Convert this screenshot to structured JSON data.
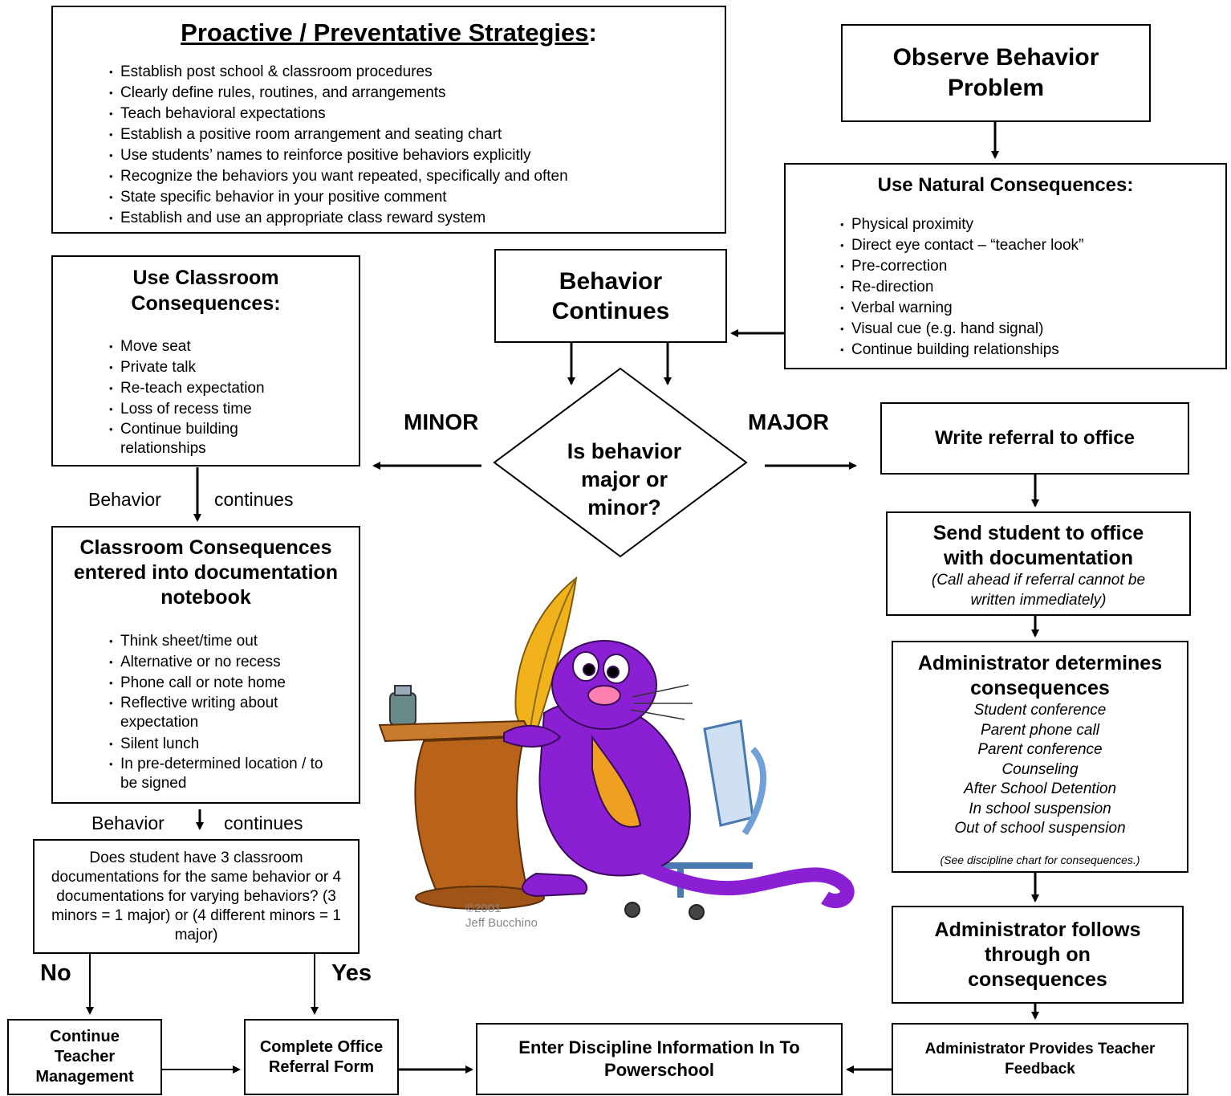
{
  "proactive": {
    "title": "Proactive / Preventative Strategies",
    "title_suffix": ":",
    "items": [
      "Establish post school & classroom procedures",
      "Clearly define rules, routines, and arrangements",
      "Teach behavioral expectations",
      "Establish a positive room arrangement and seating chart",
      "Use students’ names to reinforce positive behaviors explicitly",
      "Recognize the behaviors you want repeated, specifically and often",
      "State specific behavior in your positive comment",
      "Establish and use an appropriate class reward system"
    ]
  },
  "observe": {
    "title": "Observe Behavior Problem"
  },
  "natural": {
    "title": "Use Natural Consequences:",
    "items": [
      "Physical proximity",
      "Direct eye contact – “teacher look”",
      "Pre-correction",
      "Re-direction",
      "Verbal warning",
      "Visual cue (e.g. hand signal)",
      "Continue building relationships"
    ]
  },
  "behavior_continues": {
    "title": "Behavior Continues"
  },
  "classroom": {
    "title": "Use Classroom Consequences:",
    "items": [
      "Move seat",
      "Private talk",
      "Re-teach expectation",
      "Loss of recess time",
      "Continue building relationships"
    ]
  },
  "decision": {
    "text": "Is behavior major or minor?",
    "minor_label": "MINOR",
    "major_label": "MAJOR"
  },
  "edge_labels": {
    "behavior": "Behavior",
    "continues": "continues",
    "behavior2": "Behavior",
    "continues2": "continues",
    "no": "No",
    "yes": "Yes"
  },
  "documentation": {
    "title": "Classroom Consequences entered into documentation notebook",
    "items": [
      "Think sheet/time out",
      "Alternative or no recess",
      "Phone call or note home",
      "Reflective writing about expectation",
      "Silent lunch",
      "In pre-determined location / to be signed"
    ]
  },
  "question": {
    "text": "Does student have 3 classroom documentations for the same behavior or 4 documentations for varying behaviors?  (3 minors = 1 major) or (4 different minors = 1 major)"
  },
  "referral": {
    "title": "Write referral to office"
  },
  "send": {
    "title": "Send student to office with documentation",
    "note": "(Call ahead if referral cannot be written immediately)"
  },
  "admin_determines": {
    "title": "Administrator determines consequences",
    "items": [
      "Student conference",
      "Parent phone call",
      "Parent conference",
      "Counseling",
      "After School Detention",
      "In school suspension",
      "Out of school suspension"
    ],
    "note": "(See discipline chart for consequences.)"
  },
  "admin_follows": {
    "title": "Administrator follows through on consequences"
  },
  "admin_feedback": {
    "title": "Administrator Provides Teacher Feedback"
  },
  "powerschool": {
    "title": "Enter Discipline Information In To Powerschool"
  },
  "complete_form": {
    "title": "Complete Office Referral Form"
  },
  "continue_mgmt": {
    "title": "Continue Teacher Management"
  },
  "clipart": {
    "copyright_1": "©2001",
    "copyright_2": "Jeff Bucchino"
  },
  "colors": {
    "panther": "#8b1fd4",
    "desk": "#b8621a",
    "chair": "#6fa0d8",
    "feather": "#f2b21c"
  }
}
